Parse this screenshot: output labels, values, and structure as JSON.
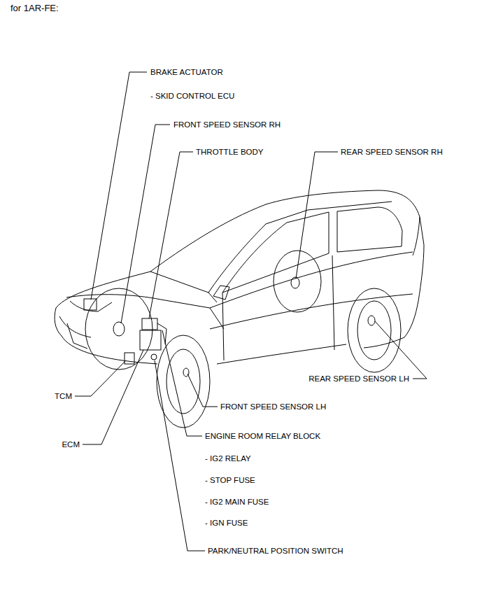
{
  "diagram": {
    "title": "for 1AR-FE:",
    "labels": [
      "BRAKE ACTUATOR",
      "- SKID CONTROL ECU",
      "FRONT SPEED SENSOR RH",
      "THROTTLE BODY",
      "REAR SPEED SENSOR RH",
      "REAR SPEED SENSOR LH",
      "TCM",
      "ECM",
      "FRONT SPEED SENSOR LH",
      "ENGINE ROOM RELAY BLOCK",
      "- IG2 RELAY",
      "- STOP FUSE",
      "- IG2 MAIN FUSE",
      "- IGN FUSE",
      "PARK/NEUTRAL POSITION SWITCH"
    ]
  }
}
